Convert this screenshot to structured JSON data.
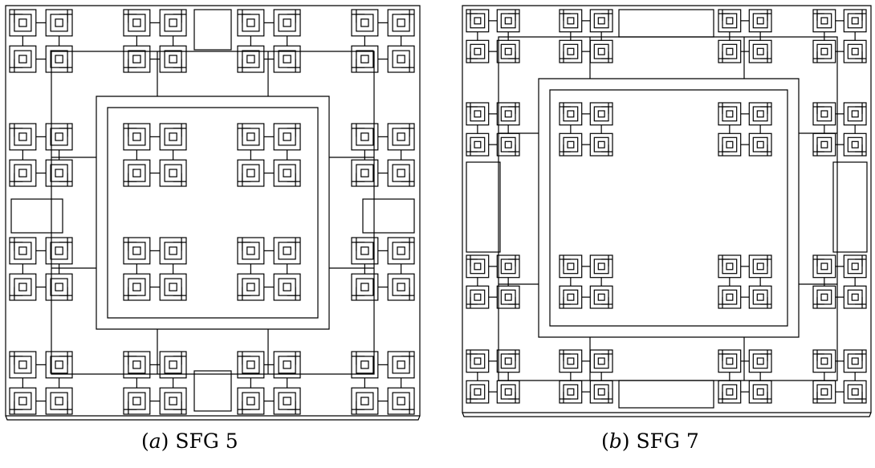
{
  "figure": {
    "panels": [
      {
        "letter": "a",
        "label": "SFG 5"
      },
      {
        "letter": "b",
        "label": "SFG 7"
      }
    ]
  },
  "colors": {
    "line": "#000000",
    "background": "#ffffff"
  }
}
